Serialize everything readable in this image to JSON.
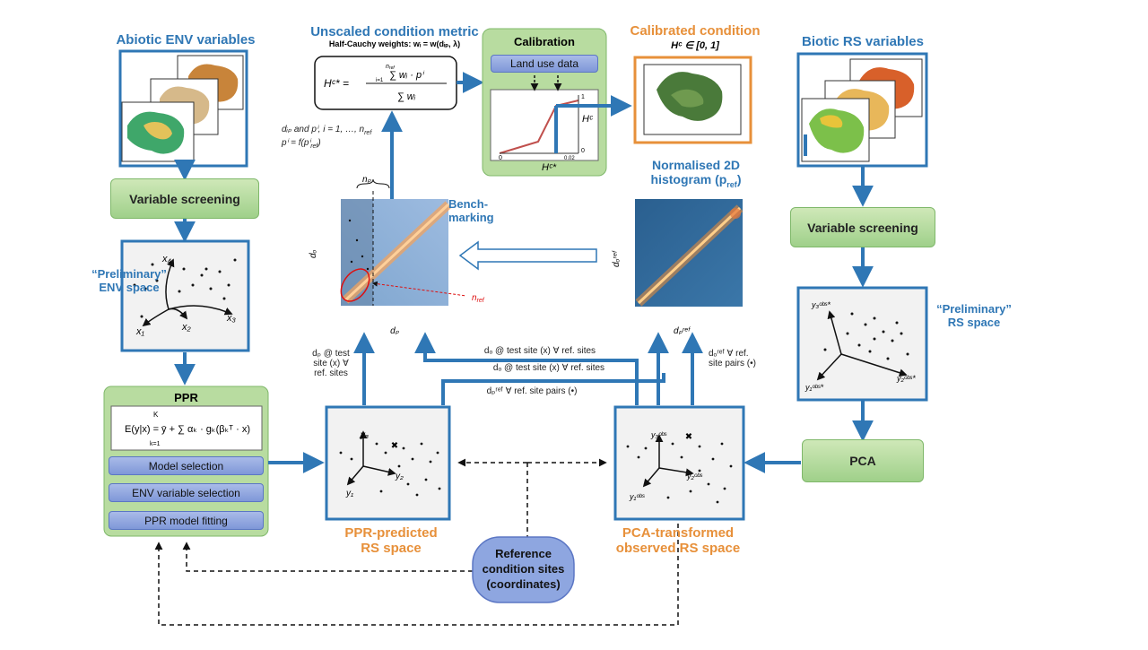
{
  "titles": {
    "abiotic": "Abiotic ENV variables",
    "biotic": "Biotic RS variables",
    "unscaled": "Unscaled condition metric",
    "half_cauchy": "Half-Cauchy  weights: wᵢ = w(dᵢₚ, λ)",
    "calibrated": "Calibrated condition",
    "calibrated_range": "Hᶜ ∈ [0, 1]",
    "calibration": "Calibration",
    "land_use": "Land use data",
    "benchmarking": "Bench-\nmarking",
    "normalised": "Normalised 2D\nhistogram (p",
    "normalised_sub": "ref",
    "normalised_close": ")",
    "prelim_env": "“Preliminary”\nENV space",
    "prelim_rs": "“Preliminary”\nRS space",
    "ppr_predicted": "PPR-predicted\nRS space",
    "pca_transformed": "PCA-transformed\nobserved RS space",
    "reference": "Reference\ncondition sites\n(coordinates)"
  },
  "boxes": {
    "var_screen_left": "Variable screening",
    "var_screen_right": "Variable screening",
    "ppr": "PPR",
    "pca": "PCA",
    "model_selection": "Model selection",
    "env_var_selection": "ENV variable selection",
    "ppr_fitting": "PPR model fitting"
  },
  "annotations": {
    "dp_and_pi": "dᵢₚ and pⁱ, i = 1, …, n",
    "dp_and_pi_sub": "ref",
    "pi_f": "pⁱ = f(pⁱ",
    "pi_f_sub": "ref",
    "pi_f_close": ")",
    "dp_at_test": "dₚ @ test\nsite (x) ∀\nref. sites",
    "do_test_1": "dₒ @ test site (x) ∀ ref. sites",
    "do_test_2": "dₒ @ test site (x) ∀ ref. sites",
    "dp_ref_pairs": "dₚʳᵉᶠ ∀ ref. site pairs (•)",
    "do_ref_pairs": "dₒʳᵉᶠ ∀ ref.\nsite pairs (•)",
    "n_p": "nₚ",
    "n_ref": "n",
    "n_ref_sub": "ref",
    "hc": "Hᶜ",
    "hc_star": "Hᶜ*",
    "axis_dp": "dₚ",
    "axis_do": "dₒ",
    "axis_dp_ref": "dₚʳᵉᶠ",
    "axis_do_ref": "dₒʳᵉᶠ",
    "calib_one": "1",
    "calib_zero_left": "0",
    "calib_zero_right": "0",
    "calib_002": "0.02"
  },
  "formulas": {
    "hc_lhs": "Hᶜ* =",
    "hc_num": "∑ wᵢ · pⁱ",
    "hc_den": "∑ wᵢ",
    "hc_sum_limit": "n",
    "hc_sum_limit_sub": "ref",
    "hc_sum_start": "i=1",
    "ppr": "E(y|x) = ȳ + ∑ αₖ · gₖ(βₖᵀ · x)",
    "ppr_limit": "K",
    "ppr_start": "k=1"
  },
  "axes_labels": {
    "env_x1": "x₁",
    "env_x2": "x₂",
    "env_x3": "x₃",
    "env_x4": "x₄",
    "rs_y1": "y₁ᵒᵇˢ*",
    "rs_y2": "y₂ᵒᵇˢ*",
    "rs_y3": "y₃ᵒᵇˢ*",
    "ppr_y1": "y₁",
    "ppr_y2": "y₂",
    "ppr_y3": "y₃",
    "pca_y1": "y₁ᵒᵇˢ",
    "pca_y2": "y₂ᵒᵇˢ",
    "pca_y3": "y₃ᵒᵇˢ"
  },
  "colors": {
    "blue": "#2f77b5",
    "orange": "#e7903a",
    "green": "#9fd08a",
    "pill": "#7f97d8"
  }
}
